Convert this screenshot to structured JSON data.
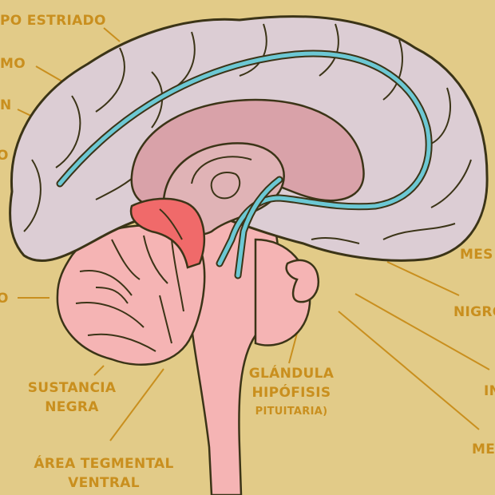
{
  "labels": {
    "striatum": "PO ESTRIADO",
    "left_2": "MO",
    "left_3": "N",
    "left_4": "O",
    "left_5": "O",
    "right_1": "MES",
    "right_2": "NIGRO",
    "right_3": "IN",
    "right_4": "ME",
    "substantia_nigra": [
      "SUSTANCIA",
      "NEGRA"
    ],
    "vta": [
      "ÁREA TEGMENTAL",
      "VENTRAL"
    ],
    "pituitary": [
      "GLÁNDULA",
      "HIPÓFISIS",
      "PITUITARIA)"
    ]
  },
  "colors": {
    "background": "#e2cb88",
    "label": "#c98f1e",
    "cortex": "#dccdd4",
    "outline": "#3b3417",
    "limbic": "#d9a2a9",
    "highlight_red": "#f06a6a",
    "brainstem": "#f5b4b4",
    "dopamine_pathway": "#6cc8d4"
  }
}
